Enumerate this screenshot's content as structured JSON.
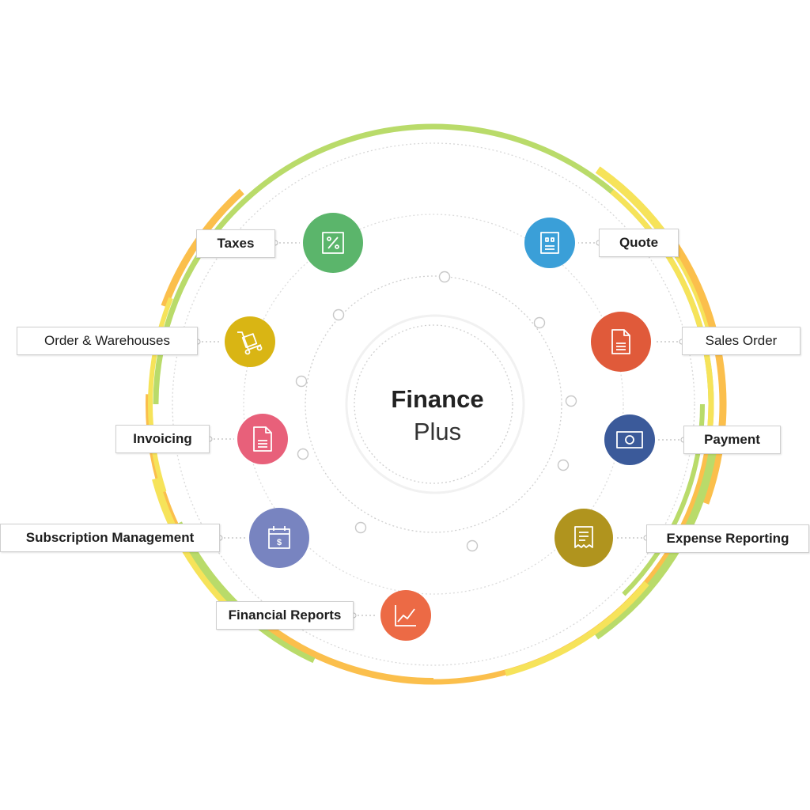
{
  "center": {
    "title": "Finance",
    "subtitle": "Plus"
  },
  "modules": [
    {
      "id": "taxes",
      "label": "Taxes",
      "icon": "percent-icon",
      "color": "#5bb56b"
    },
    {
      "id": "quote",
      "label": "Quote",
      "icon": "quote-document-icon",
      "color": "#3a9fd8"
    },
    {
      "id": "order-warehouses",
      "label": "Order & Warehouses",
      "icon": "trolley-icon",
      "color": "#d9b514"
    },
    {
      "id": "sales-order",
      "label": "Sales Order",
      "icon": "document-icon",
      "color": "#e05a3a"
    },
    {
      "id": "invoicing",
      "label": "Invoicing",
      "icon": "invoice-icon",
      "color": "#e8607a"
    },
    {
      "id": "payment",
      "label": "Payment",
      "icon": "banknote-icon",
      "color": "#3b5a9a"
    },
    {
      "id": "subscription",
      "label": "Subscription Management",
      "icon": "calendar-dollar-icon",
      "color": "#7884c0"
    },
    {
      "id": "expense",
      "label": "Expense Reporting",
      "icon": "receipt-icon",
      "color": "#b0941e"
    },
    {
      "id": "financial-reports",
      "label": "Financial Reports",
      "icon": "line-chart-icon",
      "color": "#ec6a45"
    }
  ],
  "ring_colors": {
    "green": "#b9db6a",
    "yellow": "#f6e35a",
    "orange": "#fbbf4c"
  }
}
